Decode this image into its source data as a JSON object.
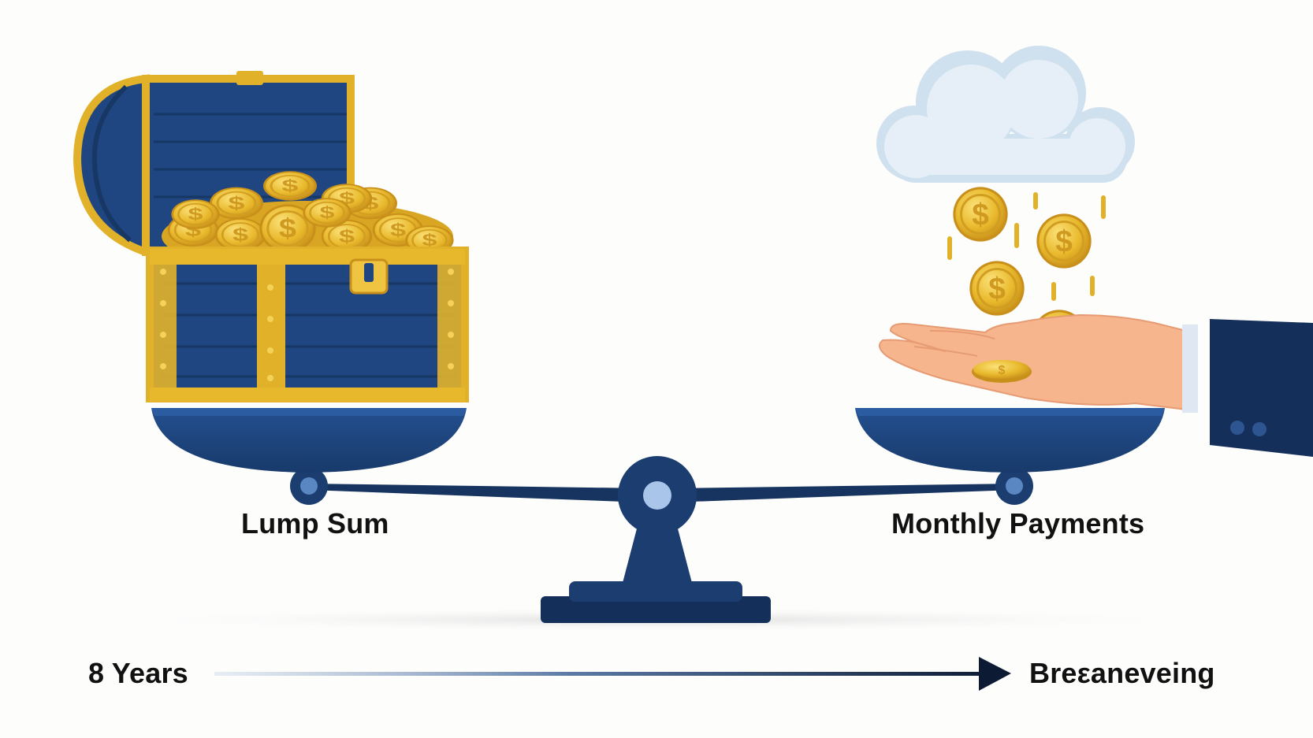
{
  "scale": {
    "left_pan_label": "Lump Sum",
    "right_pan_label": "Monthly Payments"
  },
  "timeline": {
    "start_label": "8 Years",
    "end_label": "Breεaneveing"
  },
  "icons": {
    "left": "treasure-chest-icon",
    "right_top": "cloud-icon",
    "right_coins": "falling-coins-icon",
    "right_hand": "open-hand-icon",
    "coin_symbol": "$"
  },
  "colors": {
    "navy": "#1e3f73",
    "dark_navy": "#13294d",
    "gold": "#e5b526",
    "gold_light": "#f6d24c",
    "cloud": "#dbe8f3",
    "skin": "#f7b58d",
    "text": "#111111"
  }
}
